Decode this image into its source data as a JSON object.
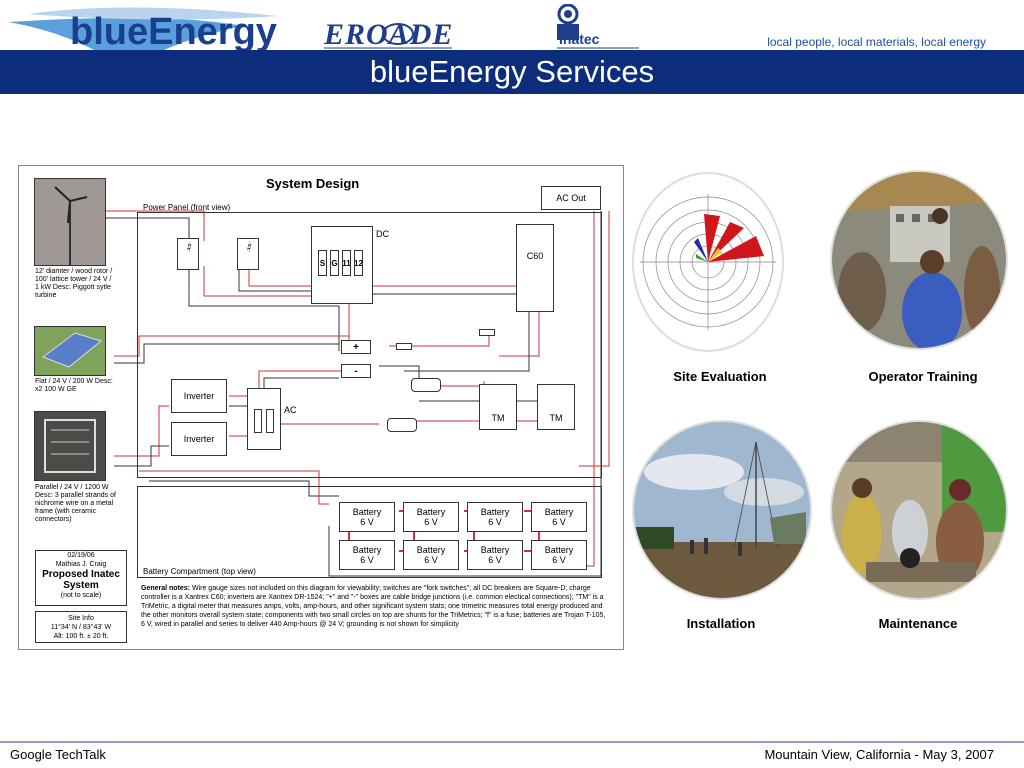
{
  "header": {
    "logo_main": "blueEnergy",
    "logo_erode": "EROADE",
    "logo_inatec": "Inatec",
    "tagline": "local people, local materials, local energy",
    "title": "blueEnergy Services"
  },
  "diagram": {
    "title": "System Design",
    "power_panel": "Power Panel (front view)",
    "dc": "DC",
    "ac": "AC",
    "ac_out": "AC Out",
    "c60": "C60",
    "inverter": "Inverter",
    "tm": "TM",
    "breaker_labels": [
      "S",
      "G",
      "11",
      "12"
    ],
    "battery_compartment": "Battery Compartment (top view)",
    "battery_line1": "Battery",
    "battery_line2": "6 V",
    "turbine_desc": "12' diamter / wood rotor / 100' lattice tower / 24 V / 1 kW Desc: Piggott sytle turbine",
    "solar_desc": "Flat / 24 V / 200 W Desc: x2 100 W GE",
    "dumpload_desc": "Parallel / 24 V / 1200 W Desc: 3 parallel strands of nichrome wire on a metal frame (with ceramic connectors)",
    "info_date": "02/19/06",
    "info_author": "Mathias J. Craig",
    "info_title": "Proposed Inatec System",
    "info_scale": "(not to scale)",
    "site_info_title": "Site Info",
    "site_coords": "11°34' N / 83°43' W",
    "site_alt": "Alt: 100 ft. ± 20 ft.",
    "notes_label": "General notes:",
    "notes": "Wire gauge sizes not included on this diagram for viewability; switches are \"fork switches\"; all DC breakers are Square-D; charge controller is a Xantrex C60; inverters are Xantrex DR-1524; \"+\" and \"-\" boxes are cable bridge junctions (i.e. common electical connections); \"TM\" is a TriMetric, a digital meter that measures amps, volts, amp-hours, and other significant system stats; one trimetric measures total energy produced and the other monitors overall system state; components with two small circles on top are shunts for the TriMetrics; \"f\" is a fuse; batteries are Trojan T-105, 6 V, wired in parallel and series to deliver 440 Amp-hours @ 24 V; grounding is not shown for simplicity"
  },
  "services": [
    {
      "label": "Site Evaluation"
    },
    {
      "label": "Operator Training"
    },
    {
      "label": "Installation"
    },
    {
      "label": "Maintenance"
    }
  ],
  "footer": {
    "left": "Google TechTalk",
    "right": "Mountain View, California - May 3, 2007"
  }
}
